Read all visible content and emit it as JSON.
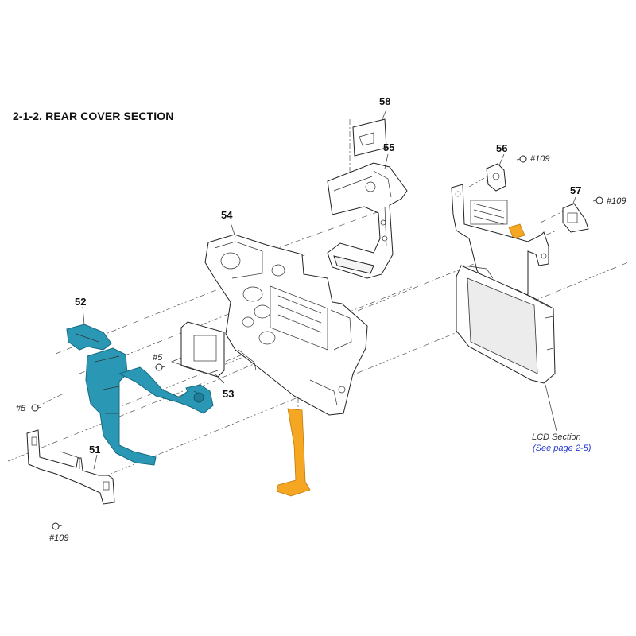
{
  "section_title": "2-1-2. REAR COVER SECTION",
  "callouts": {
    "p51": "51",
    "p52": "52",
    "p53": "53",
    "p54": "54",
    "p55": "55",
    "p56": "56",
    "p57": "57",
    "p58": "58"
  },
  "screws": {
    "s5_left": "#5",
    "s5_mid": "#5",
    "s109_bottom": "#109",
    "s109_56": "#109",
    "s109_57": "#109"
  },
  "lcd_section": {
    "label": "LCD Section",
    "reference": "(See page 2-5)"
  },
  "colors": {
    "blue_parts": "#2a98b4",
    "blue_dark": "#156a80",
    "flex_orange": "#f5a623",
    "reference_link": "#2233cc"
  }
}
